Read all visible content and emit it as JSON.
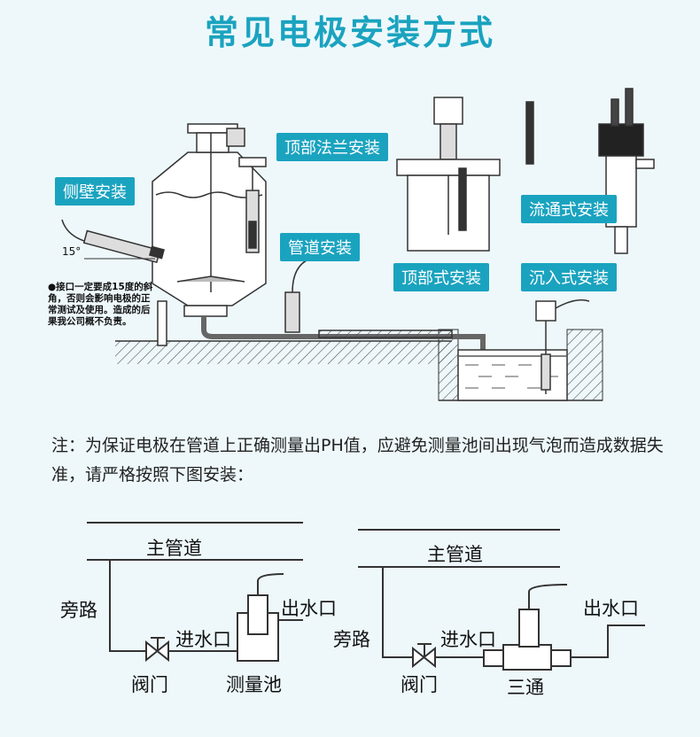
{
  "title": "常见电极安装方式",
  "tags": {
    "side": "侧壁安装",
    "flange": "顶部法兰安装",
    "pipe": "管道安装",
    "top": "顶部式安装",
    "flow": "流通式安装",
    "immersion": "沉入式安装"
  },
  "angle_label": "15°",
  "warning": "●接口一定要成15度的斜角，否则会影响电极的正常测试及使用。造成的后果我公司概不负责。",
  "note": "注：为保证电极在管道上正确测量出PH值，应避免测量池间出现气泡而造成数据失准，请严格按照下图安装：",
  "diagram_left": {
    "main_pipe": "主管道",
    "bypass": "旁路",
    "inlet": "进水口",
    "outlet": "出水口",
    "valve": "阀门",
    "cell": "测量池"
  },
  "diagram_right": {
    "main_pipe": "主管道",
    "bypass": "旁路",
    "inlet": "进水口",
    "outlet": "出水口",
    "valve": "阀门",
    "tee": "三通"
  },
  "colors": {
    "accent": "#1aa3bf",
    "background": "#eef8fb"
  }
}
